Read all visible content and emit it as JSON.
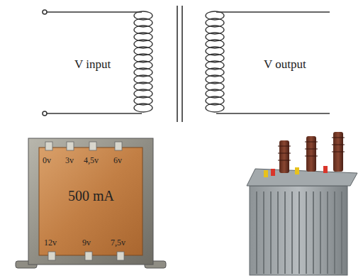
{
  "diagram": {
    "labels": [
      "V input",
      "V output",
      "0v",
      "3v",
      "4,5v",
      "6v",
      "500 mA",
      "12v",
      "9v",
      "7,5v"
    ]
  }
}
